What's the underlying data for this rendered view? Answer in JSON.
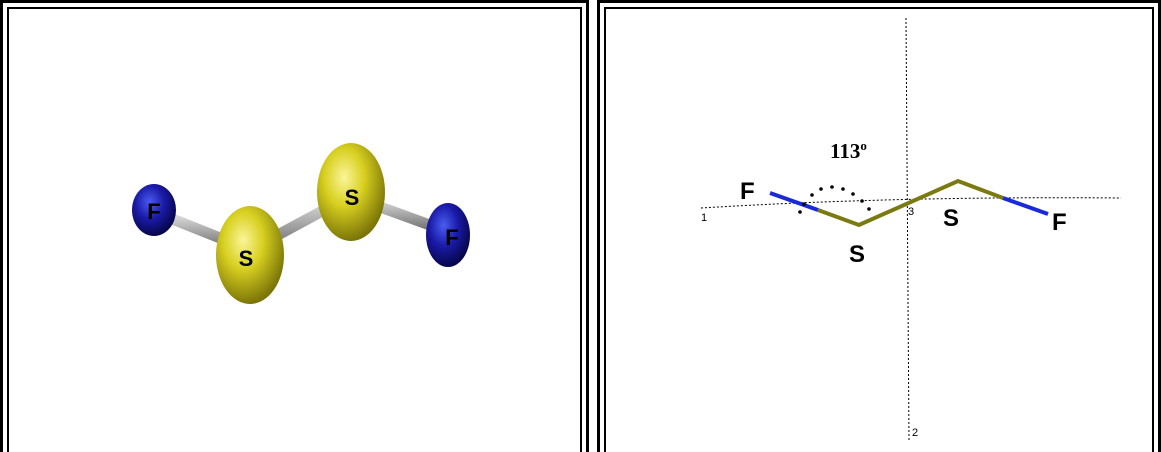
{
  "left_model": {
    "atoms": [
      {
        "element": "F",
        "color": "#1a1aa8"
      },
      {
        "element": "S",
        "color": "#d8d020"
      },
      {
        "element": "S",
        "color": "#d8d020"
      },
      {
        "element": "F",
        "color": "#1a1aa8"
      }
    ],
    "bond_color": "#a8a8a8"
  },
  "right_diagram": {
    "angle_value": "113",
    "angle_unit": "o",
    "atom_labels": [
      "F",
      "S",
      "S",
      "F"
    ],
    "axis_labels": [
      "1",
      "2",
      "3"
    ],
    "bond_colors": {
      "s_s": "#7a7a10",
      "s_f": "#1a2ad8"
    }
  }
}
